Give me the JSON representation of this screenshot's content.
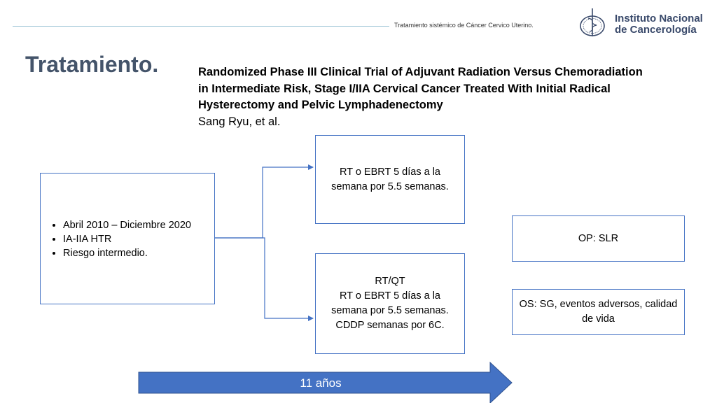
{
  "header": {
    "subtitle": "Tratamiento sistémico  de Cáncer Cervico Uterino.",
    "institution_line1": "Instituto Nacional",
    "institution_line2": "de Cancerología"
  },
  "slide": {
    "title": "Tratamiento.",
    "study_title": "Randomized Phase III Clinical Trial of Adjuvant Radiation Versus Chemoradiation in Intermediate Risk, Stage I/IIA Cervical Cancer Treated With Initial Radical Hysterectomy and Pelvic Lymphadenectomy",
    "study_authors": "Sang Ryu, et al."
  },
  "diagram": {
    "criteria": [
      "Abril 2010 – Diciembre 2020",
      "IA-IIA HTR",
      "Riesgo intermedio."
    ],
    "arm_rt": [
      "RT o EBRT 5 días a la",
      "semana por 5.5 semanas."
    ],
    "arm_rtqt": [
      "RT/QT",
      "RT o EBRT 5 días a la",
      "semana por 5.5 semanas.",
      "CDDP semanas por 6C."
    ],
    "op": "OP: SLR",
    "os": [
      "OS: SG, eventos adversos, calidad",
      "de vida"
    ],
    "timeline": "11 años"
  },
  "colors": {
    "title": "#44546a",
    "box_border": "#4472c4",
    "arrow_fill": "#4472c4",
    "header_line": "#9cc3d5"
  }
}
